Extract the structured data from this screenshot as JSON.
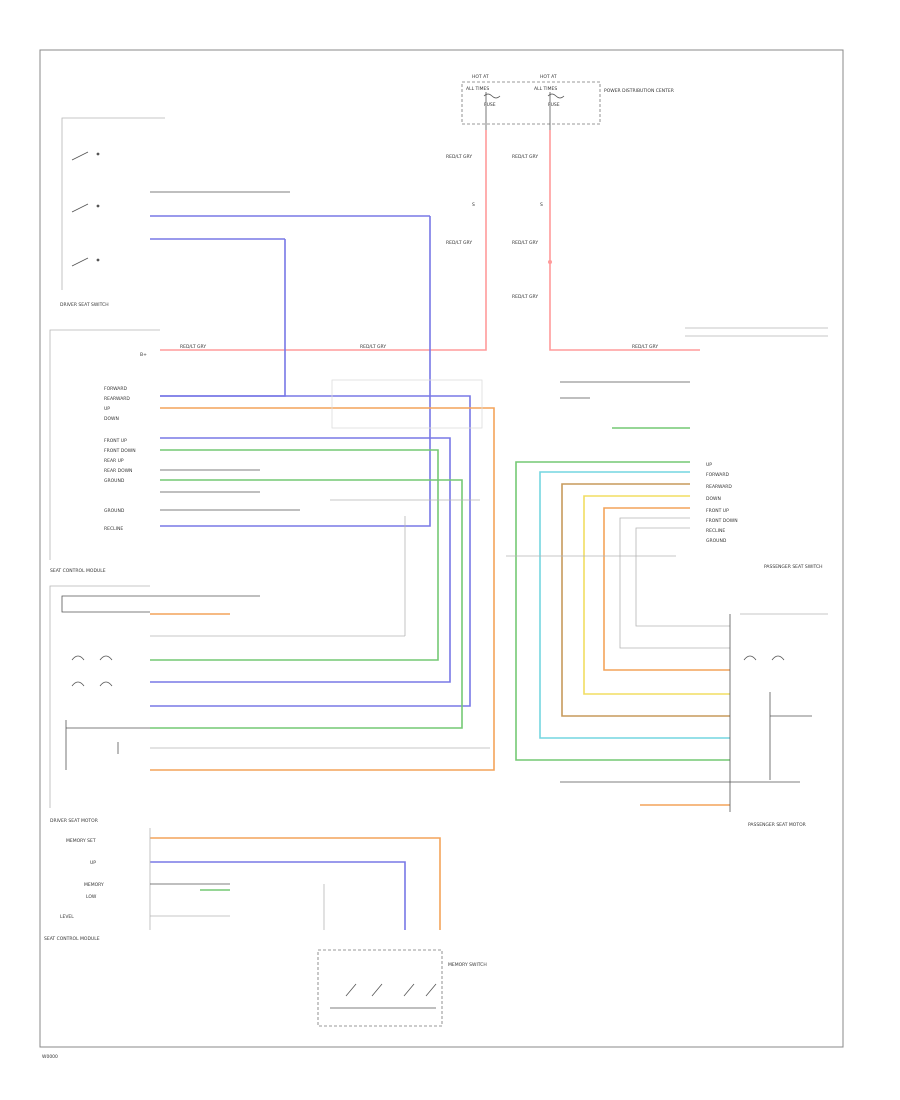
{
  "colors": {
    "red": "#ff9b9b",
    "blue": "#7878e6",
    "orange": "#f4a45a",
    "green": "#74c974",
    "yellow": "#f2dd62",
    "brown": "#c79a5c",
    "cyan": "#74d6e0",
    "black": "#333333",
    "grey": "#b0b0b0"
  },
  "fuse_box": {
    "left_fuse_amp": "HOT AT",
    "left_fuse_state": "ALL TIMES",
    "left_fuse_name": "FUSE",
    "right_fuse_amp": "HOT AT",
    "right_fuse_state": "ALL TIMES",
    "right_fuse_name": "FUSE",
    "module_label": "POWER DISTRIBUTION CENTER"
  },
  "wire_tags": {
    "red_1": "RED/LT GRY",
    "red_2": "RED/LT GRY",
    "red_3": "RED/LT GRY",
    "red_4": "RED/LT GRY",
    "red_5": "RED/LT GRY",
    "red_6": "RED/LT GRY",
    "red_7": "RED/LT GRY",
    "red_8": "RED/LT GRY",
    "splice_1": "S",
    "splice_2": "S"
  },
  "left_switch": {
    "caption": "DRIVER SEAT SWITCH"
  },
  "driver_module": {
    "caption": "SEAT CONTROL MODULE",
    "pins": [
      "B+",
      "FORWARD",
      "REARWARD",
      "UP",
      "DOWN",
      "FRONT UP",
      "FRONT DOWN",
      "REAR UP",
      "REAR DOWN",
      "GROUND",
      "GROUND",
      "RECLINE"
    ]
  },
  "right_switch": {
    "caption": "PASSENGER SEAT SWITCH",
    "pins": [
      "UP",
      "FORWARD",
      "REARWARD",
      "DOWN",
      "FRONT UP",
      "FRONT DOWN",
      "RECLINE",
      "GROUND"
    ]
  },
  "left_lower_motor": {
    "caption": "DRIVER SEAT MOTOR"
  },
  "right_lower_motor": {
    "caption": "PASSENGER SEAT MOTOR"
  },
  "bottom_module": {
    "caption": "SEAT CONTROL MODULE",
    "pins": [
      "MEMORY SET",
      "UP",
      "MEMORY",
      "LOW",
      "LEVEL"
    ],
    "switch_caption": "MEMORY SWITCH"
  },
  "footer": {
    "code": "W0000"
  }
}
